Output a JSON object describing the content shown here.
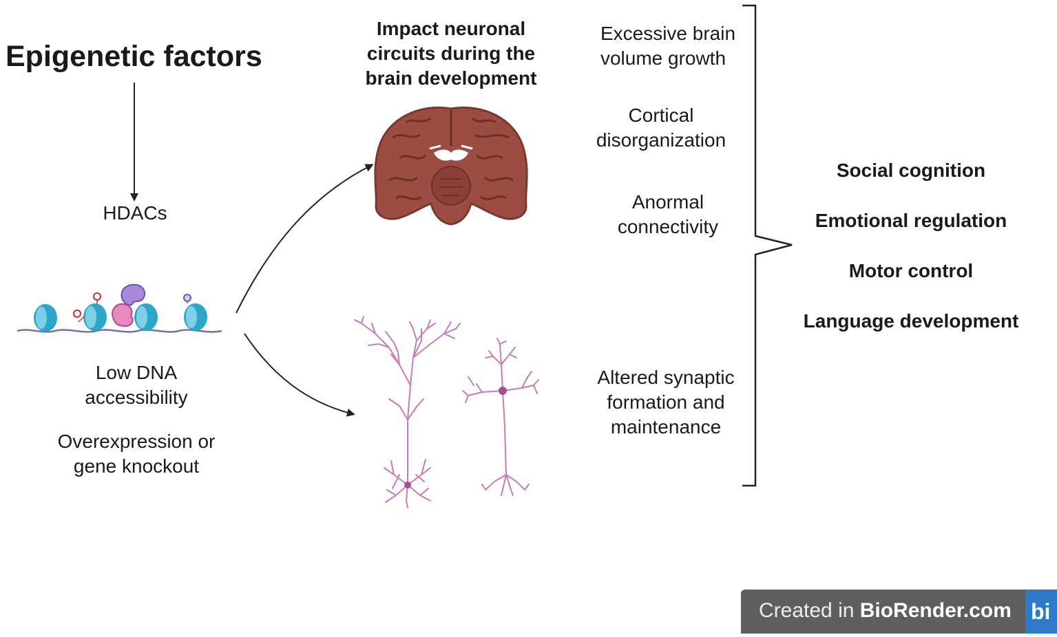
{
  "title": "Epigenetic factors",
  "hdacs": "HDACs",
  "low_dna_1": "Low DNA",
  "low_dna_2": "accessibility",
  "overexp_1": "Overexpression or",
  "overexp_2": "gene knockout",
  "impact_1": "Impact neuronal",
  "impact_2": "circuits during the",
  "impact_3": "brain development",
  "effects": {
    "e1_1": "Excessive brain",
    "e1_2": "volume growth",
    "e2_1": "Cortical",
    "e2_2": "disorganization",
    "e3_1": "Anormal",
    "e3_2": "connectivity",
    "e4_1": "Altered synaptic",
    "e4_2": "formation and",
    "e4_3": "maintenance"
  },
  "outcomes": [
    "Social cognition",
    "Emotional regulation",
    "Motor control",
    "Language development"
  ],
  "badge": {
    "prefix": "Created in ",
    "brand": "BioRender.com",
    "logo": "bi"
  },
  "colors": {
    "brain": "#9b4c43",
    "brain_dark": "#6e2f28",
    "neuron": "#c77bb8",
    "nucleosome": "#2aa7c9",
    "hdac_purple": "#a98ad9",
    "hdac_pink": "#e88ac0"
  }
}
